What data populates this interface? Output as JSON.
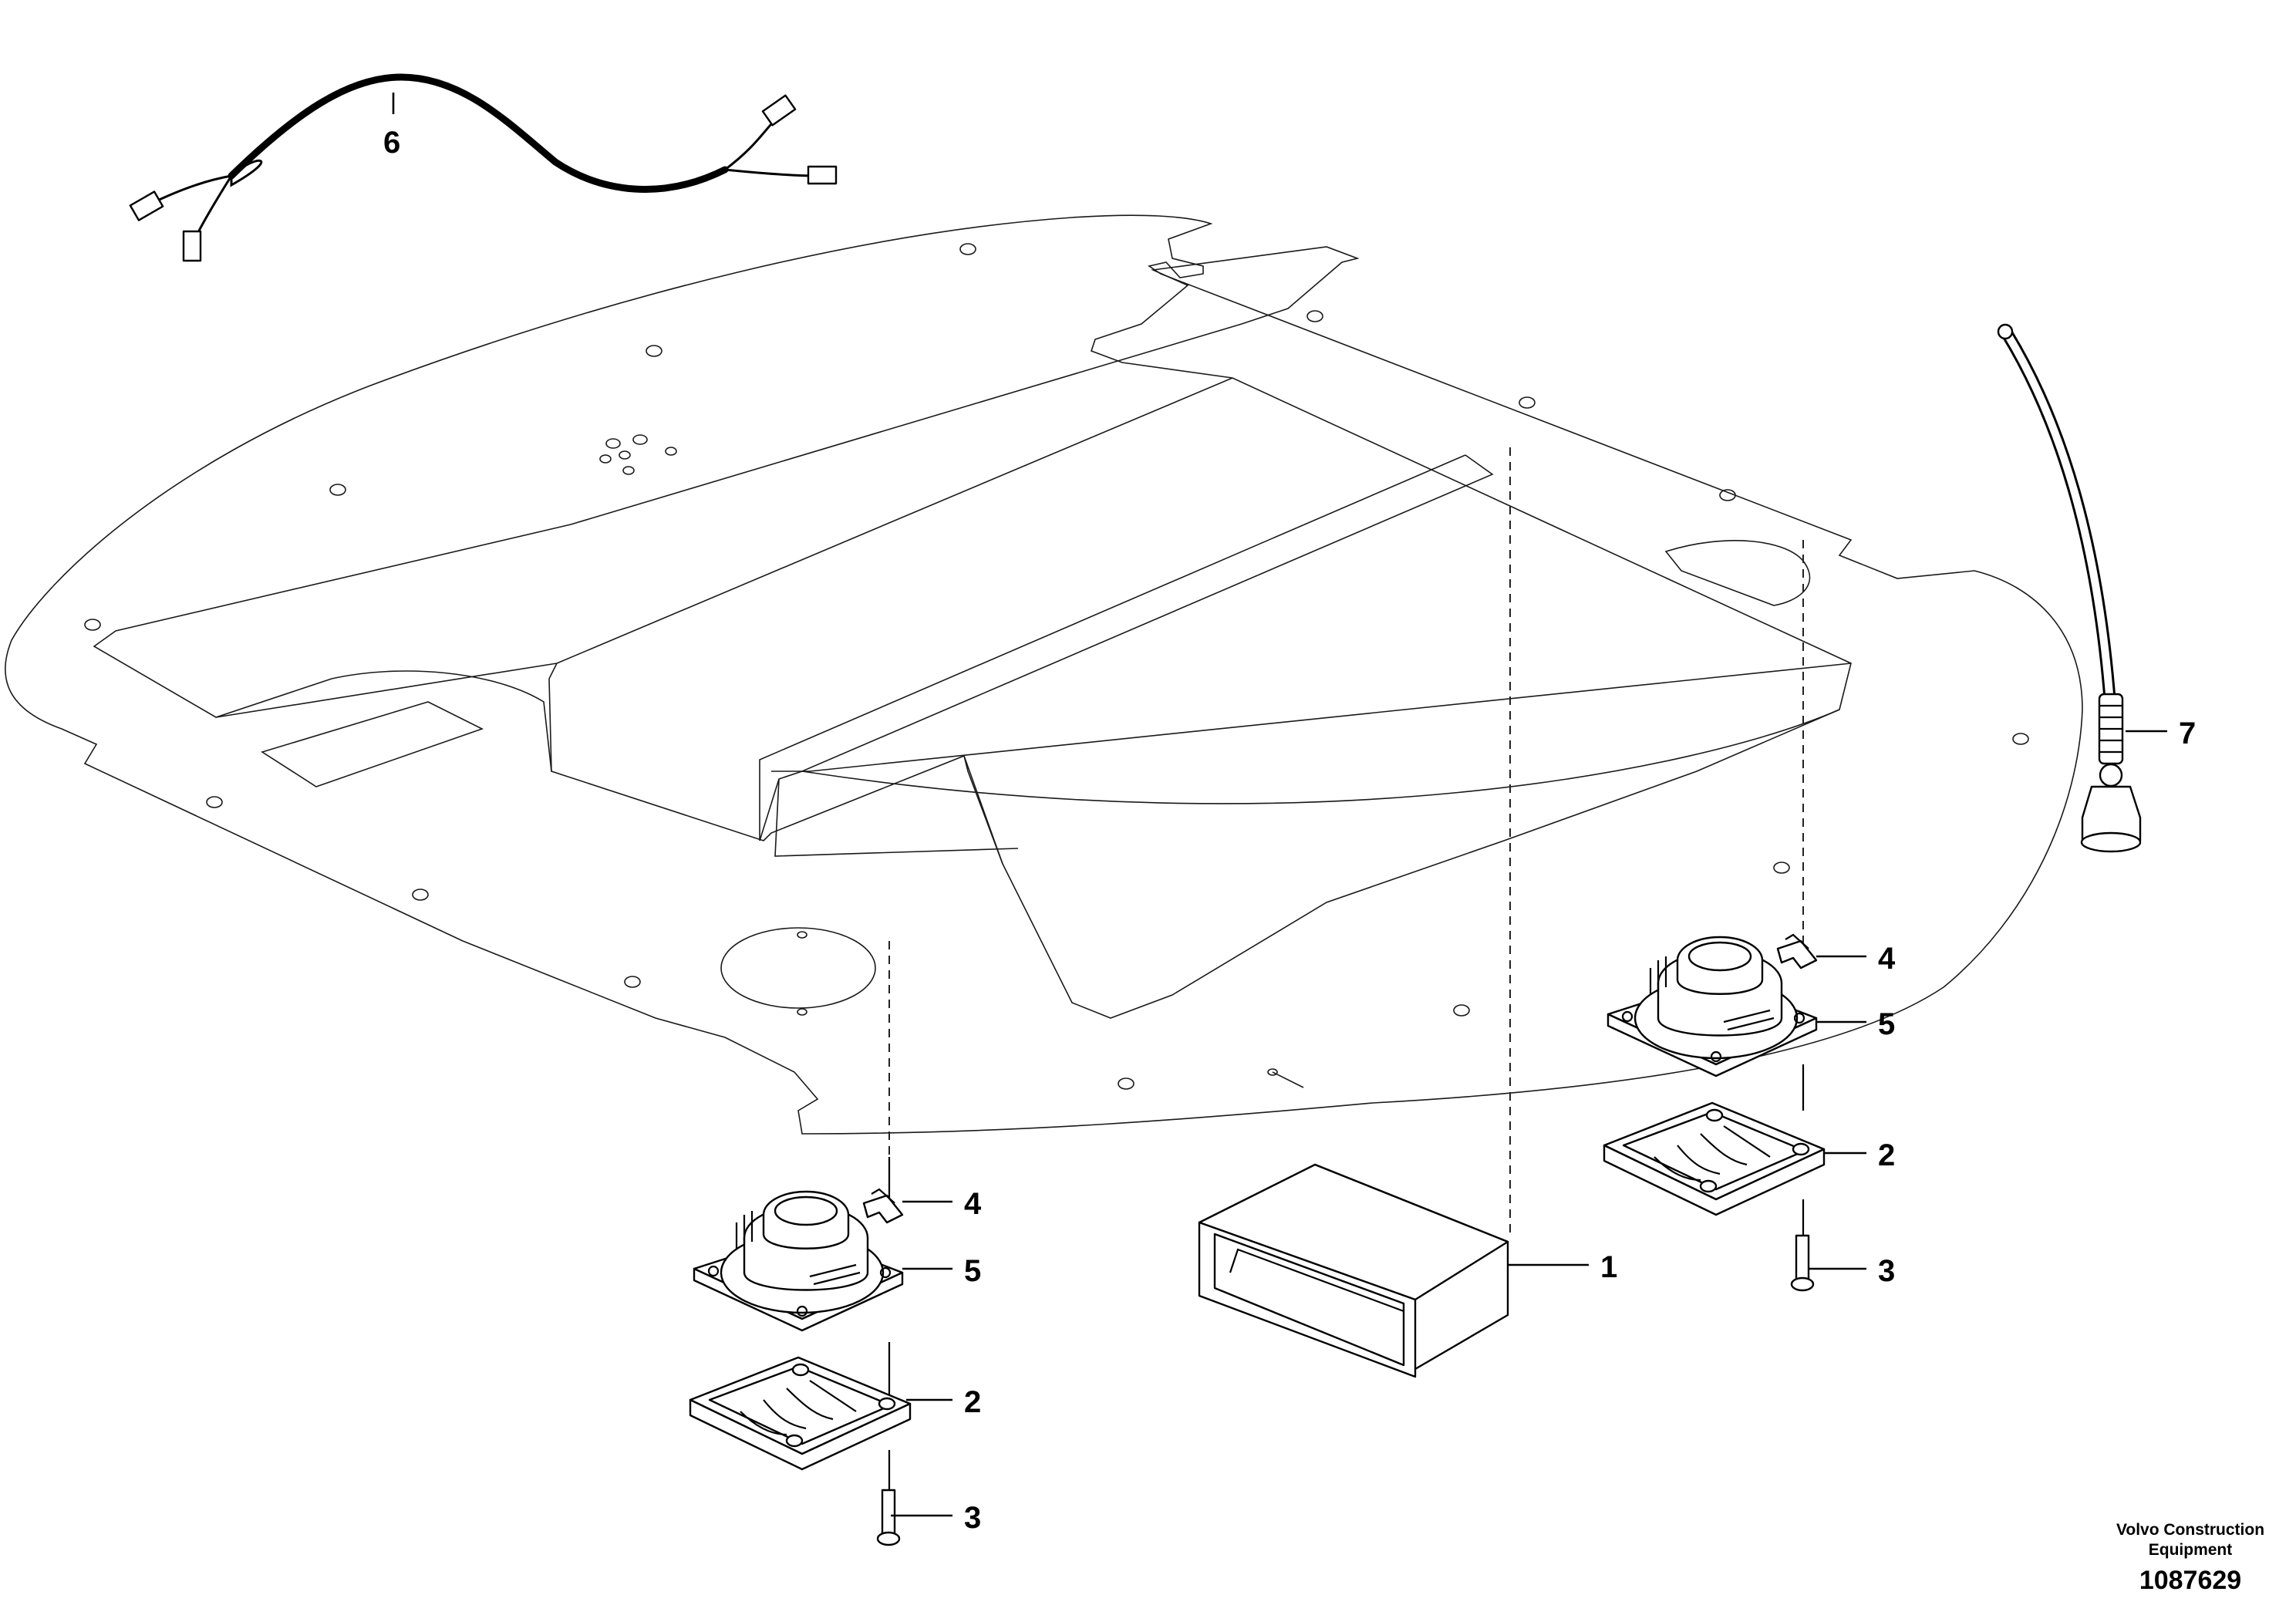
{
  "diagram": {
    "callouts": [
      {
        "id": "callout-1",
        "text": "1"
      },
      {
        "id": "callout-2-left",
        "text": "2"
      },
      {
        "id": "callout-2-right",
        "text": "2"
      },
      {
        "id": "callout-3-left",
        "text": "3"
      },
      {
        "id": "callout-3-right",
        "text": "3"
      },
      {
        "id": "callout-4-left",
        "text": "4"
      },
      {
        "id": "callout-4-right",
        "text": "4"
      },
      {
        "id": "callout-5-left",
        "text": "5"
      },
      {
        "id": "callout-5-right",
        "text": "5"
      },
      {
        "id": "callout-6",
        "text": "6"
      },
      {
        "id": "callout-7",
        "text": "7"
      }
    ],
    "credit_line1": "Volvo Construction",
    "credit_line2": "Equipment",
    "document_number": "1087629"
  }
}
